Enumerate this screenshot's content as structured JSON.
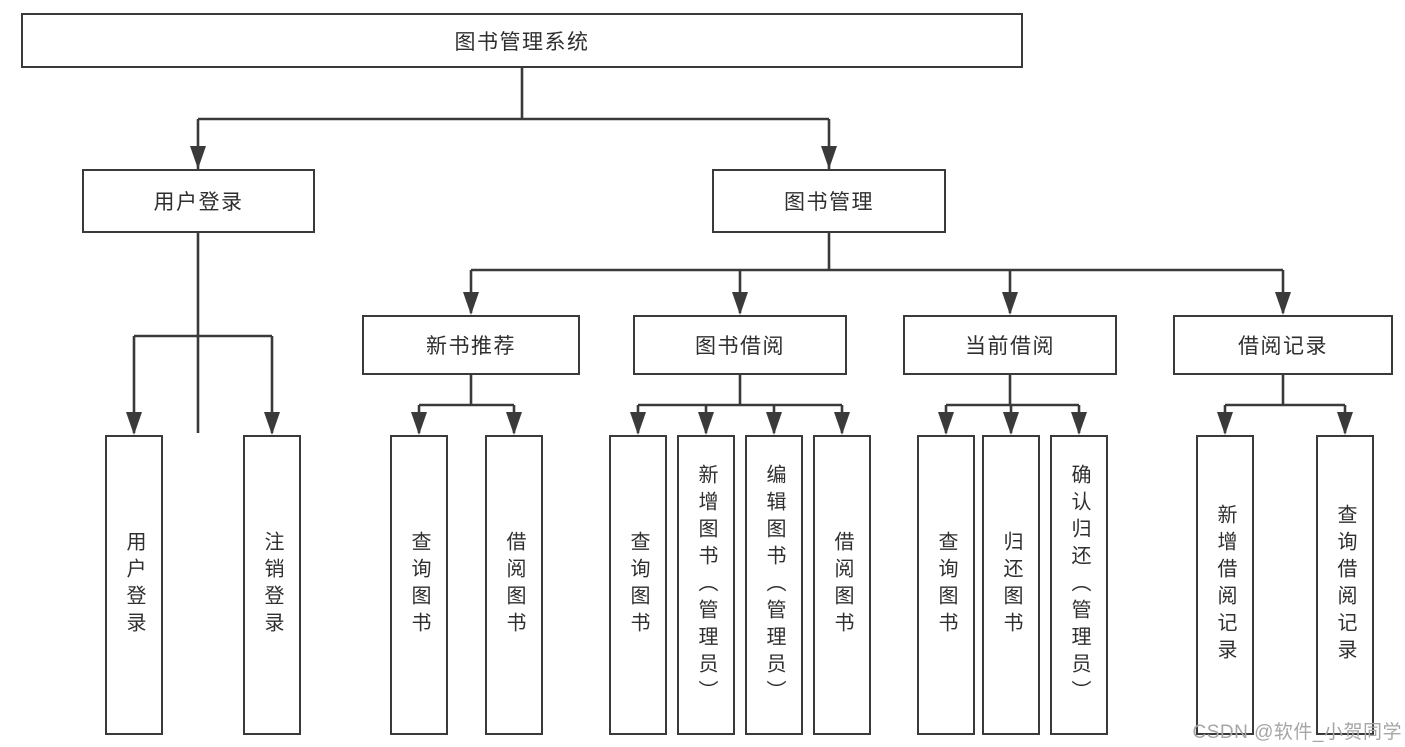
{
  "colors": {
    "line": "#3a3a3a",
    "text": "#2f2f2f",
    "watermark": "#a6a6a6",
    "bg": "#ffffff"
  },
  "tree": {
    "root": "图书管理系统",
    "level2": [
      "用户登录",
      "图书管理"
    ],
    "level3": [
      "新书推荐",
      "图书借阅",
      "当前借阅",
      "借阅记录"
    ],
    "leaves": [
      "用户登录",
      "注销登录",
      "查询图书",
      "借阅图书",
      "查询图书",
      "新增图书（管理员）",
      "编辑图书（管理员）",
      "借阅图书",
      "查询图书",
      "归还图书",
      "确认归还（管理员）",
      "新增借阅记录",
      "查询借阅记录"
    ]
  },
  "watermark": "CSDN @软件_小贺同学"
}
